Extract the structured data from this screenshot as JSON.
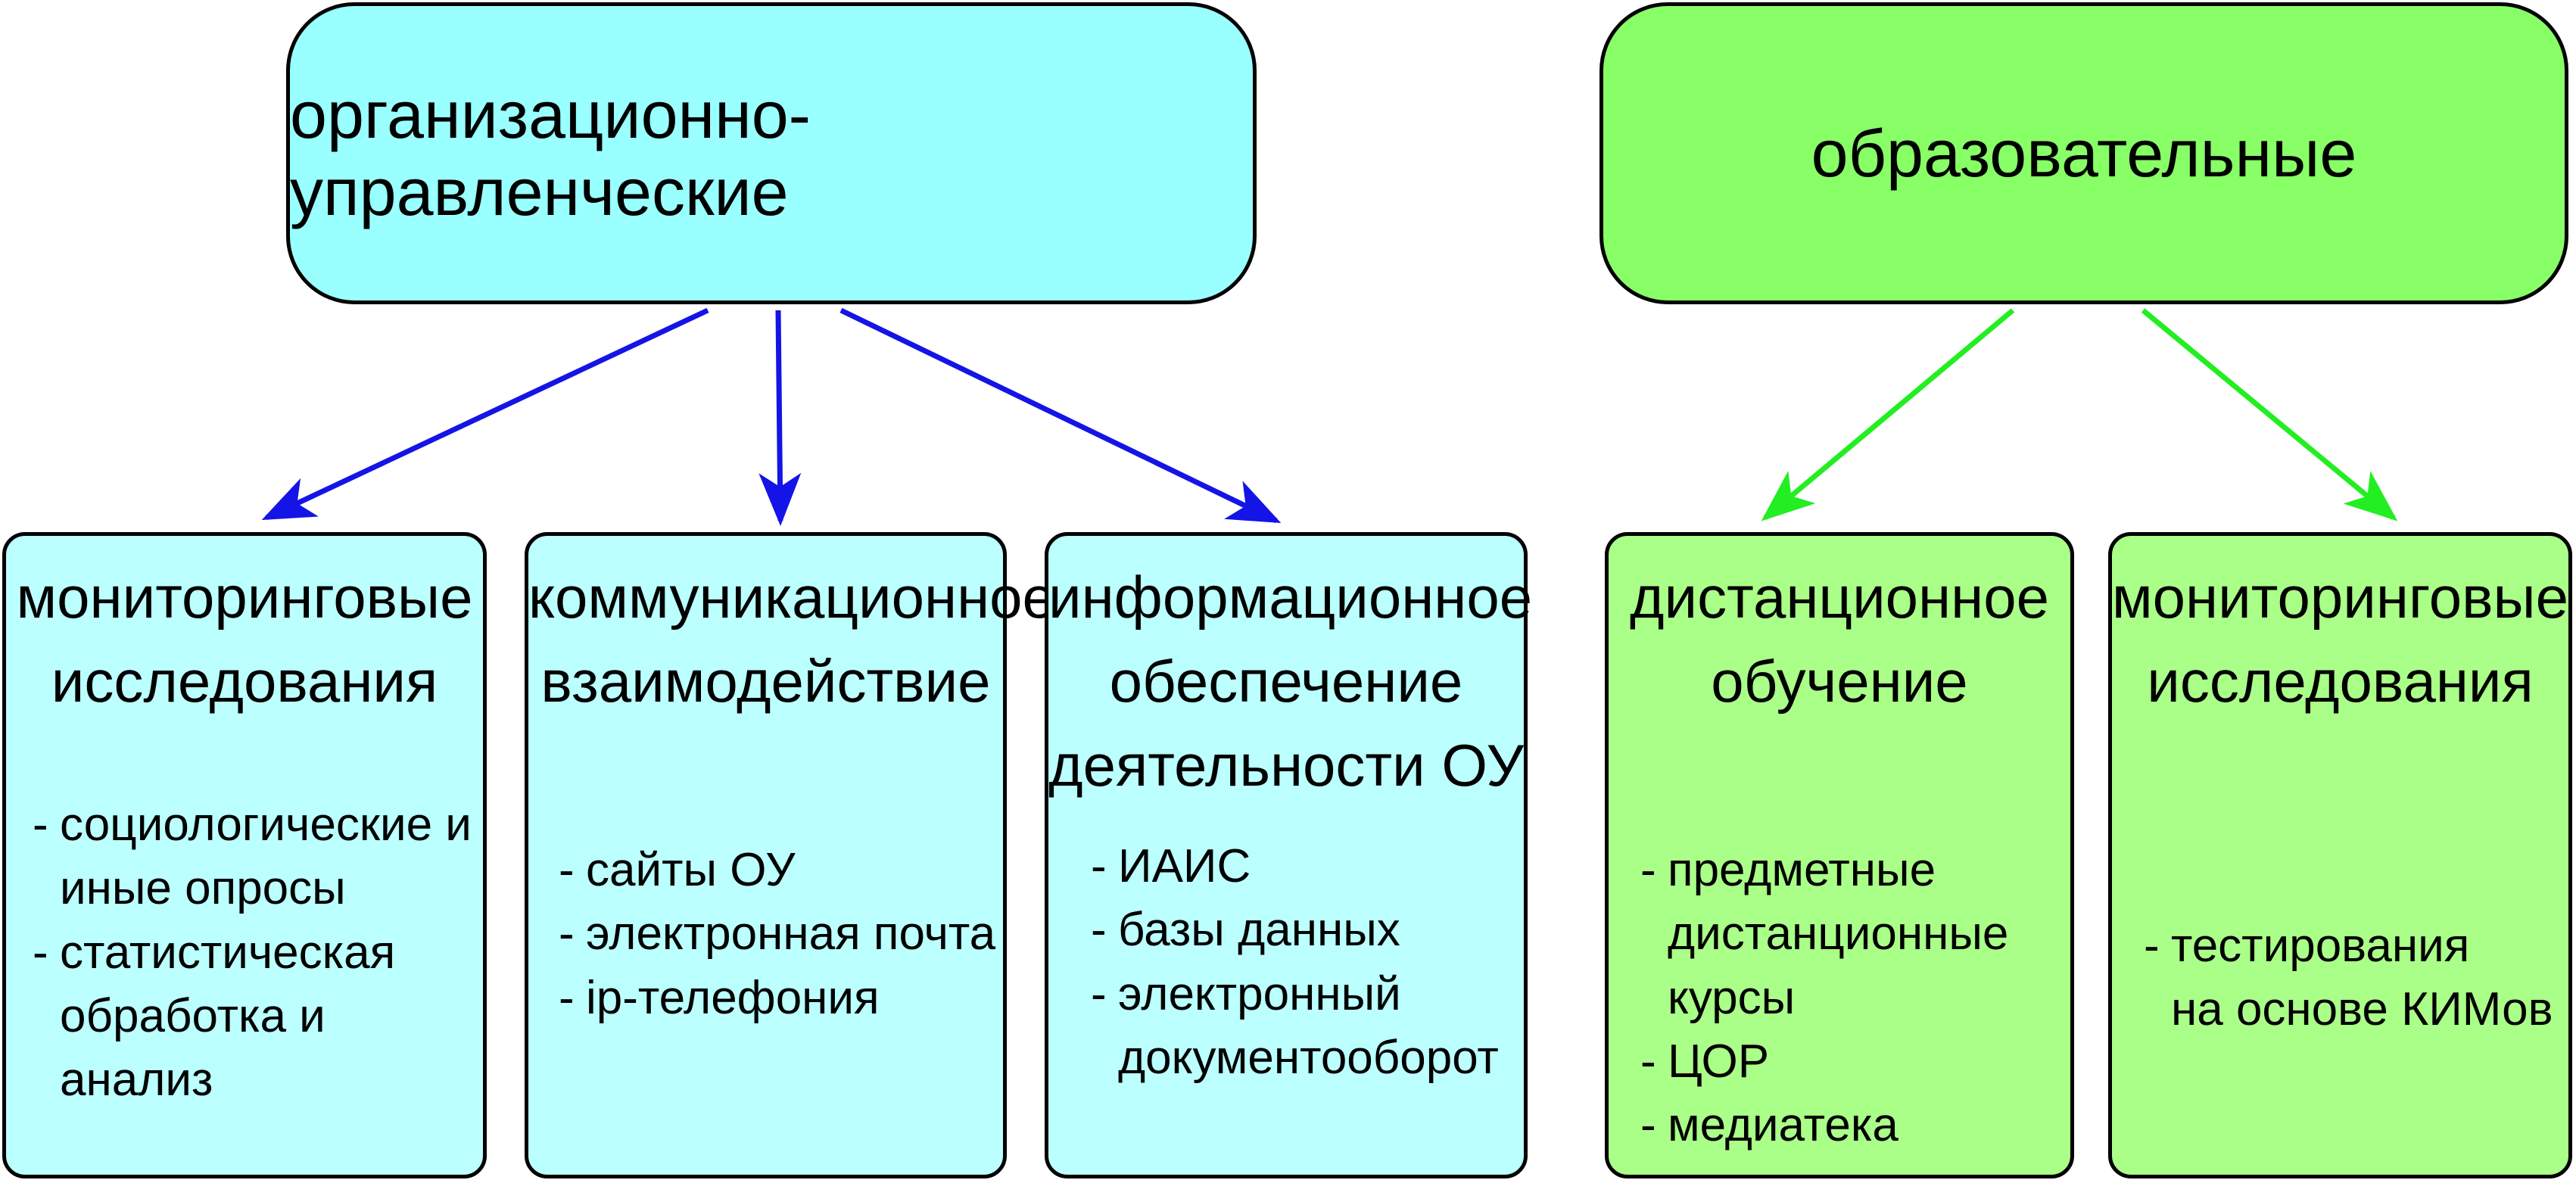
{
  "categories": [
    {
      "title": "организационно-управленческие",
      "color": "#99ffff",
      "arrow_color": "#1414e6",
      "children": [
        {
          "title_lines": [
            "мониторинговые",
            "исследования"
          ],
          "items": [
            {
              "lines": [
                "социологические и",
                "иные опросы"
              ]
            },
            {
              "lines": [
                "статистическая",
                "обработка и",
                "анализ"
              ]
            }
          ]
        },
        {
          "title_lines": [
            "коммуникационное",
            "взаимодействие"
          ],
          "items": [
            {
              "lines": [
                "сайты ОУ"
              ]
            },
            {
              "lines": [
                "электронная почта"
              ]
            },
            {
              "lines": [
                "ip-телефония"
              ]
            }
          ]
        },
        {
          "title_lines": [
            "информационное",
            "обеспечение",
            "деятельности ОУ"
          ],
          "items": [
            {
              "lines": [
                "ИАИС"
              ]
            },
            {
              "lines": [
                "базы данных"
              ]
            },
            {
              "lines": [
                "электронный",
                "документооборот"
              ]
            }
          ]
        }
      ]
    },
    {
      "title": "образовательные",
      "color": "#88ff66",
      "arrow_color": "#22ee22",
      "children": [
        {
          "title_lines": [
            "дистанционное",
            "обучение"
          ],
          "items": [
            {
              "lines": [
                "предметные",
                "дистанционные",
                "курсы"
              ]
            },
            {
              "lines": [
                "ЦОР"
              ]
            },
            {
              "lines": [
                "медиатека"
              ]
            }
          ]
        },
        {
          "title_lines": [
            "мониторинговые",
            "исследования"
          ],
          "items": [
            {
              "lines": [
                "тестирования",
                "на основе КИМов"
              ]
            }
          ]
        }
      ]
    }
  ]
}
